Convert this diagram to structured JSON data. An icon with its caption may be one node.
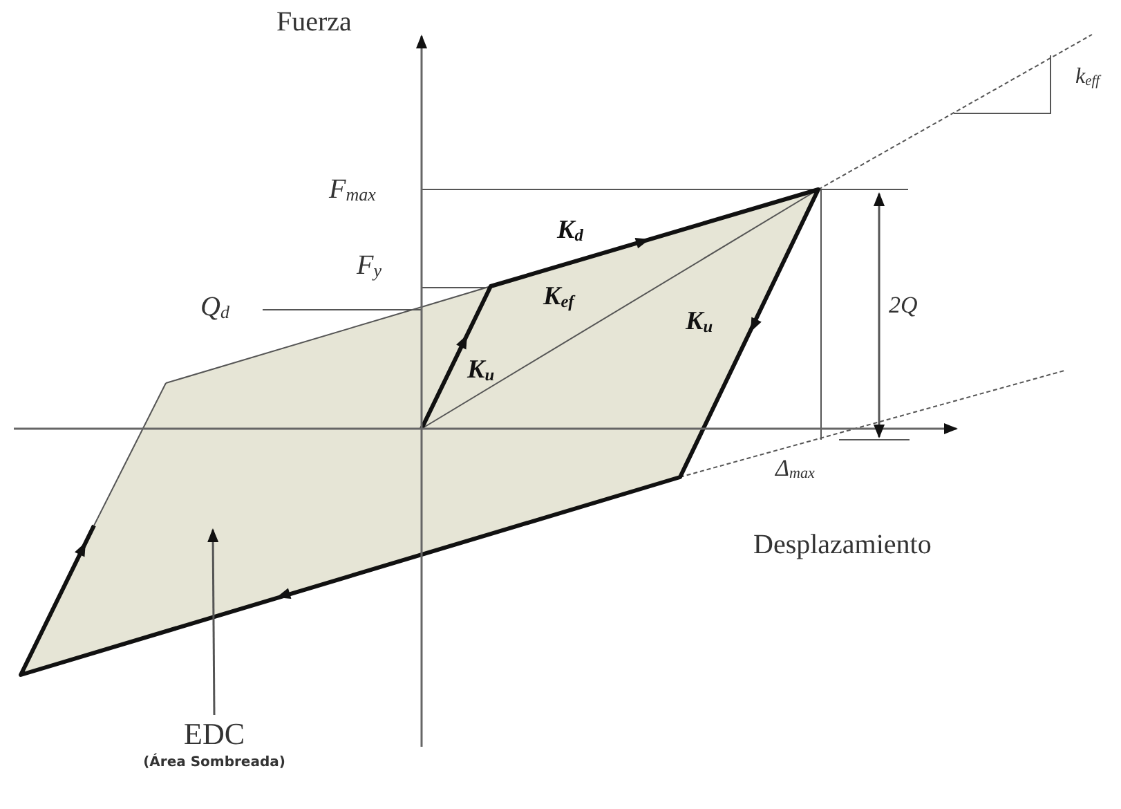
{
  "diagram": {
    "nodes": [
      {
        "text": [],
        "shape": "polygon"
      },
      {
        "text": [
          "EDC",
          "(Área Sombreada)"
        ]
      }
    ],
    "edges": [
      {
        "from": 1,
        "to": 0,
        "arrow": "to"
      }
    ],
    "labels": [
      "Fuerza",
      "k$_{eff}$",
      "F$_{max}$",
      "K$_{d}$",
      "F$_{y}$",
      "Q$_{d}$",
      "K$_{ef}$",
      "K$_{u}$",
      "2Q",
      "K$_{u}$",
      "Δ$_{max}$",
      "Desplazamiento"
    ]
  }
}
